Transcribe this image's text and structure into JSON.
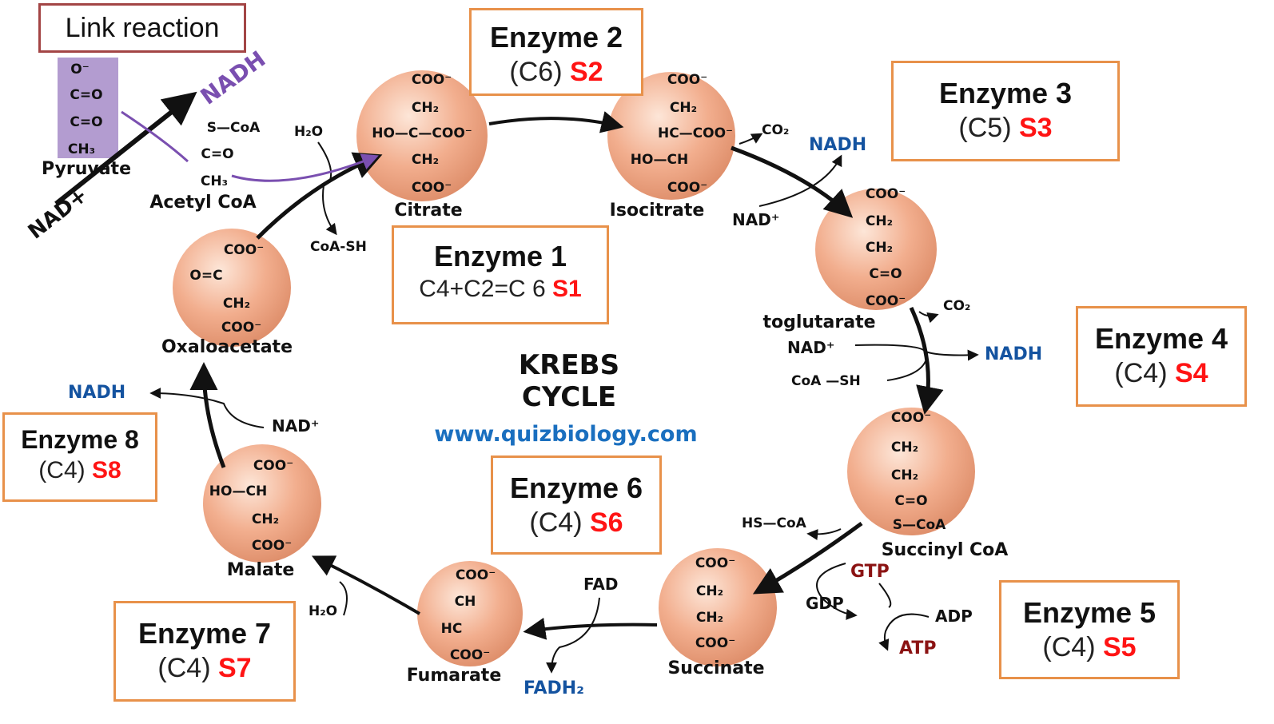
{
  "link_reaction": {
    "label": "Link reaction"
  },
  "center": {
    "title_line1": "KREBS",
    "title_line2": "CYCLE",
    "website": "www.quizbiology.com"
  },
  "link_side": {
    "pyruvate": "Pyruvate",
    "acetyl_coa": "Acetyl CoA",
    "nad_plus": "NAD+",
    "nadh": "NADH",
    "pyruvate_formula": [
      "O⁻",
      "C=O",
      "C=O",
      "CH₃"
    ],
    "acetyl_formula": [
      "S—CoA",
      "C=O",
      "CH₃"
    ]
  },
  "enzymes": [
    {
      "title": "Enzyme 1",
      "sub": "C4+C2=C 6",
      "tag": "S1"
    },
    {
      "title": "Enzyme 2",
      "sub": "(C6)",
      "tag": "S2"
    },
    {
      "title": "Enzyme 3",
      "sub": "(C5)",
      "tag": "S3"
    },
    {
      "title": "Enzyme 4",
      "sub": "(C4)",
      "tag": "S4"
    },
    {
      "title": "Enzyme 5",
      "sub": "(C4)",
      "tag": "S5"
    },
    {
      "title": "Enzyme 6",
      "sub": "(C4)",
      "tag": "S6"
    },
    {
      "title": "Enzyme 7",
      "sub": "(C4)",
      "tag": "S7"
    },
    {
      "title": "Enzyme 8",
      "sub": "(C4)",
      "tag": "S8"
    }
  ],
  "molecules": {
    "citrate": {
      "name": "Citrate",
      "lines": [
        "COO⁻",
        "CH₂",
        "HO—C—COO⁻",
        "CH₂",
        "COO⁻"
      ]
    },
    "isocitrate": {
      "name": "Isocitrate",
      "lines": [
        "COO⁻",
        "CH₂",
        "HC—COO⁻",
        "HO—CH",
        "COO⁻"
      ]
    },
    "alpha_kg": {
      "name": "toglutarate",
      "lines": [
        "COO⁻",
        "CH₂",
        "CH₂",
        "C=O",
        "COO⁻"
      ]
    },
    "succinyl_coa": {
      "name": "Succinyl CoA",
      "lines": [
        "COO⁻",
        "CH₂",
        "CH₂",
        "C=O",
        "S—CoA"
      ]
    },
    "succinate": {
      "name": "Succinate",
      "lines": [
        "COO⁻",
        "CH₂",
        "CH₂",
        "COO⁻"
      ]
    },
    "fumarate": {
      "name": "Fumarate",
      "lines": [
        "COO⁻",
        "CH",
        "HC",
        "COO⁻"
      ]
    },
    "malate": {
      "name": "Malate",
      "lines": [
        "COO⁻",
        "HO—CH",
        "CH₂",
        "COO⁻"
      ]
    },
    "oxaloacetate": {
      "name": "Oxaloacetate",
      "lines": [
        "COO⁻",
        "O=C",
        "CH₂",
        "COO⁻"
      ]
    }
  },
  "cofactors": {
    "h2o_1": "H₂O",
    "coa_sh_1": "CoA-SH",
    "co2_1": "CO₂",
    "nadh_1": "NADH",
    "nad_1": "NAD⁺",
    "co2_2": "CO₂",
    "nad_2": "NAD⁺",
    "coa_sh_2": "CoA —SH",
    "nadh_2": "NADH",
    "hs_coa": "HS—CoA",
    "gtp": "GTP",
    "gdp": "GDP",
    "adp": "ADP",
    "atp": "ATP",
    "fad": "FAD",
    "fadh2": "FADH₂",
    "h2o_2": "H₂O",
    "nad_3": "NAD⁺",
    "nadh_3": "NADH"
  },
  "colors": {
    "accent_box": "#e8914a",
    "sphere": "#f2ae8e",
    "nadh": "#1453a0",
    "red_tag": "#ff1414",
    "gtp": "#8b1313",
    "link_purple": "#7a4fb0",
    "pyruvate_bg": "#b39cd0"
  }
}
